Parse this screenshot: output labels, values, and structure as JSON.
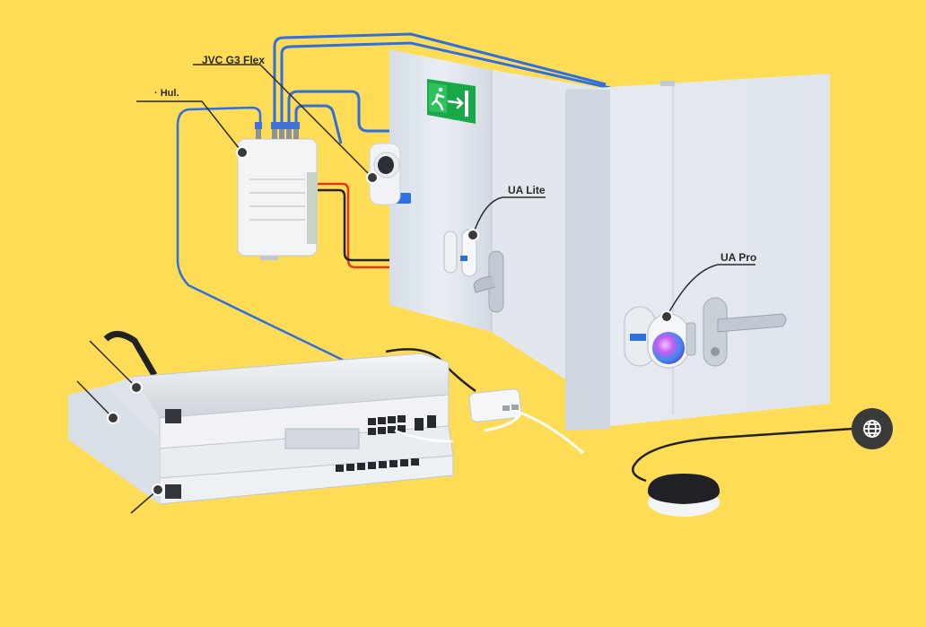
{
  "labels": {
    "g3_flex": "JVC G3 Flex",
    "ua_hub": "· Hul.",
    "ua_lite": "UA Lite",
    "ua_pro": "UA Pro"
  },
  "icons": {
    "exit_sign": "running-exit-icon",
    "internet": "globe-icon"
  },
  "colors": {
    "background": "#FFDC55",
    "network_cable": "#2F6FE0",
    "power_red": "#E03A1E",
    "exit_green": "#18A848",
    "callout_line": "#2a2a2a"
  }
}
